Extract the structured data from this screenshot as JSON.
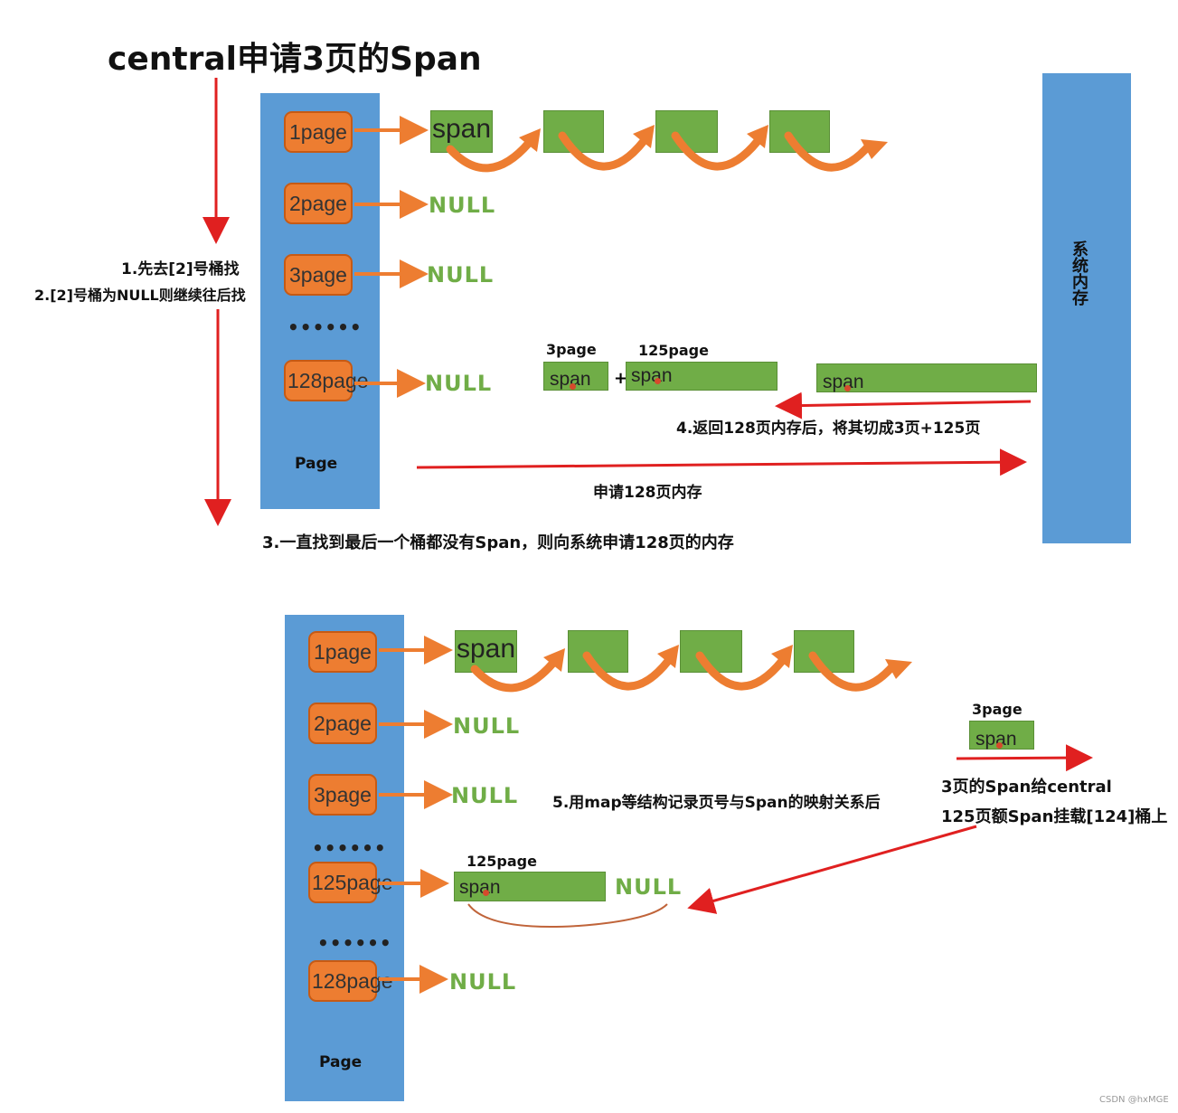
{
  "title": "central申请3页的Span",
  "panel1": {
    "buckets": [
      "1page",
      "2page",
      "3page",
      "128page"
    ],
    "dots": "••••••",
    "page_label": "Page",
    "null_label": "NULL",
    "span_label": "span",
    "system_memory": "系统内存",
    "step1": "1.先去[2]号桶找",
    "step2": "2.[2]号桶为NULL则继续往后找",
    "step3": "3.一直找到最后一个桶都没有Span，则向系统申请128页的内存",
    "step4": "4.返回128页内存后，将其切成3页+125页",
    "request_label": "申请128页内存",
    "split_3page": "3page",
    "split_125page": "125page",
    "plus": "+"
  },
  "panel2": {
    "buckets": [
      "1page",
      "2page",
      "3page",
      "125page",
      "128page"
    ],
    "dots": "••••••",
    "page_label": "Page",
    "null_label": "NULL",
    "span_label": "span",
    "step5": "5.用map等结构记录页号与Span的映射关系后",
    "give_central": "3页的Span给central",
    "hang_bucket": "125页额Span挂载[124]桶上",
    "label_3page": "3page",
    "label_125page": "125page"
  },
  "watermark": "CSDN @hxMGE",
  "colors": {
    "bucket_col": "#5b9bd5",
    "bucket": "#ed7d31",
    "span": "#70ad47",
    "null": "#70ad47",
    "arrow_red": "#e02020",
    "system": "#5b9bd5"
  }
}
